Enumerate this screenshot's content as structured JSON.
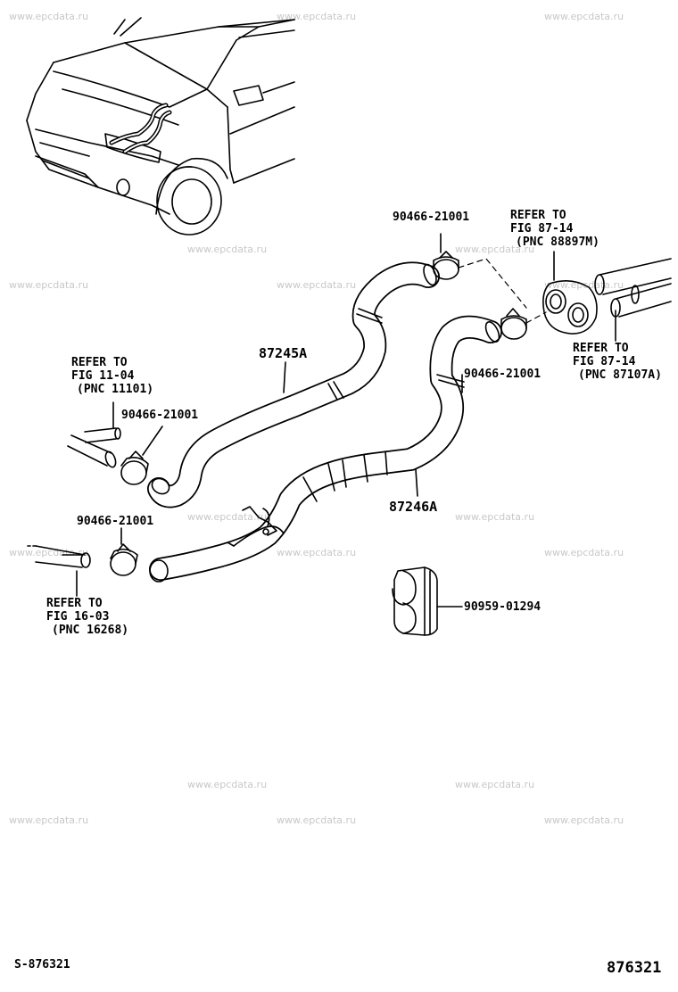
{
  "watermark": "www.epcdata.ru",
  "labels": {
    "clamp_top": "90466-21001",
    "clamp_mid_right": "90466-21001",
    "clamp_left_upper": "90466-21001",
    "clamp_left_lower": "90466-21001",
    "hose_upper": "87245A",
    "hose_lower": "87246A",
    "grommet": "90959-01294"
  },
  "refs": {
    "top_right": [
      "REFER TO",
      "FIG 87-14",
      "(PNC 88897M)"
    ],
    "mid_right": [
      "REFER TO",
      "FIG 87-14",
      "(PNC 87107A)"
    ],
    "left_upper": [
      "REFER TO",
      "FIG 11-04",
      "(PNC 11101)"
    ],
    "left_lower": [
      "REFER TO",
      "FIG 16-03",
      "(PNC 16268)"
    ]
  },
  "footer": {
    "left_code": "S-876321",
    "right_code": "876321"
  }
}
